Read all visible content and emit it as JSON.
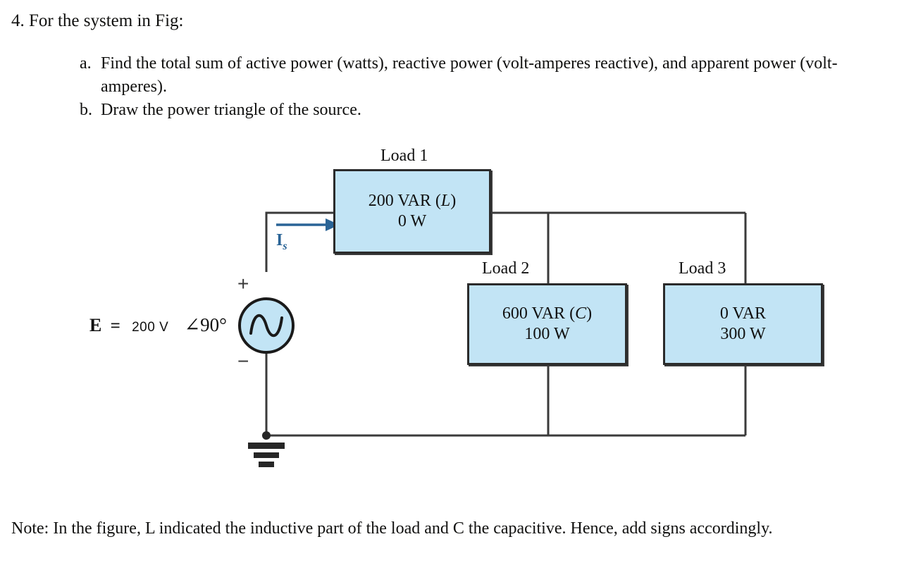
{
  "question": {
    "number": "4.",
    "title": "4. For the system in Fig:",
    "items": [
      {
        "marker": "a.",
        "text": "Find the total sum of active power (watts), reactive power (volt-amperes reactive), and apparent power (volt-amperes)."
      },
      {
        "marker": "b.",
        "text": "Draw the power triangle of the source."
      }
    ]
  },
  "note": {
    "text": "Note: In the figure, L indicated the inductive part of the load and C the capacitive. Hence, add signs accordingly."
  },
  "circuit": {
    "source": {
      "symbol_name": "ac-voltage-source",
      "label_e": "E",
      "label_equals": "=",
      "label_magnitude": "200 V",
      "label_angle": "∠90°",
      "terminal_plus": "+",
      "terminal_minus": "−",
      "ground_name": "ground-symbol"
    },
    "current": {
      "label": "I",
      "subscript": "s",
      "arrow_name": "current-arrow",
      "arrow_color": "#2a6496"
    },
    "loads": [
      {
        "title": "Load 1",
        "line1": "200 VAR (",
        "line1_italic": "L",
        "line1_end": ")",
        "line2": "0 W",
        "reactive_var": 200,
        "reactive_type": "L",
        "active_w": 0
      },
      {
        "title": "Load 2",
        "line1": "600 VAR (",
        "line1_italic": "C",
        "line1_end": ")",
        "line2": "100 W",
        "reactive_var": 600,
        "reactive_type": "C",
        "active_w": 100
      },
      {
        "title": "Load 3",
        "line1": "0 VAR",
        "line1_italic": "",
        "line1_end": "",
        "line2": "300 W",
        "reactive_var": 0,
        "reactive_type": "",
        "active_w": 300
      }
    ],
    "colors": {
      "box_fill": "#c2e4f5",
      "box_border": "#2b2b2b",
      "wire": "#3a3a3a",
      "arrow": "#2a6496"
    }
  }
}
